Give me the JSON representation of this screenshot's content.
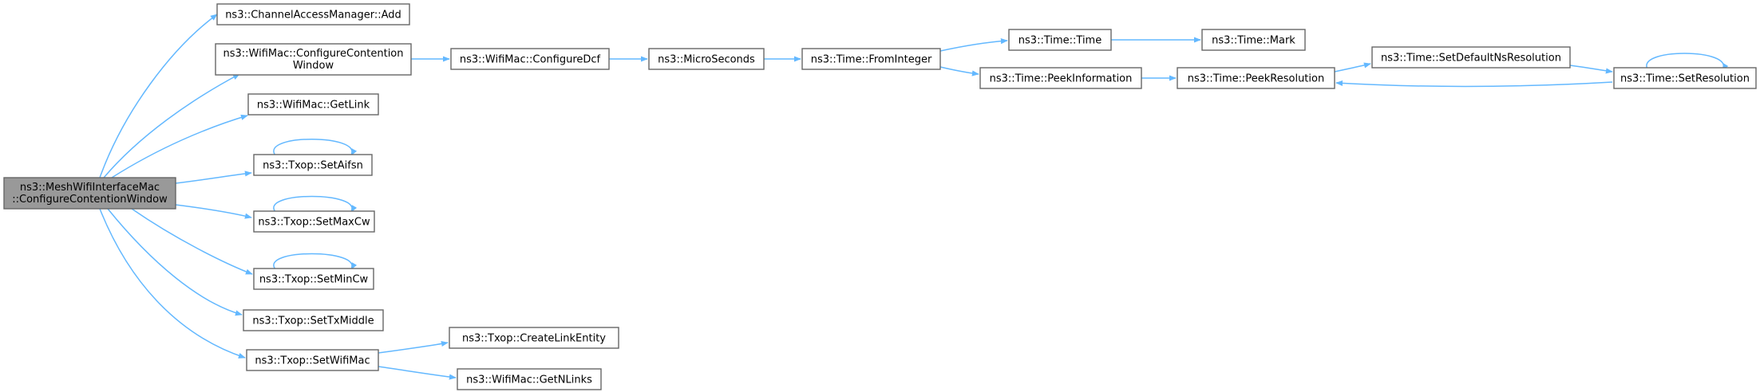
{
  "graph": {
    "colors": {
      "edge": "#63b8ff",
      "node_border": "#666666",
      "root_fill": "#999999"
    },
    "nodes": {
      "root": [
        "ns3::MeshWifiInterfaceMac",
        "::ConfigureContentionWindow"
      ],
      "cam_add": [
        "ns3::ChannelAccessManager::Add"
      ],
      "wm_ccw": [
        "ns3::WifiMac::ConfigureContention",
        "Window"
      ],
      "wm_getlink": [
        "ns3::WifiMac::GetLink"
      ],
      "tx_aifsn": [
        "ns3::Txop::SetAifsn"
      ],
      "tx_maxcw": [
        "ns3::Txop::SetMaxCw"
      ],
      "tx_mincw": [
        "ns3::Txop::SetMinCw"
      ],
      "tx_txmid": [
        "ns3::Txop::SetTxMiddle"
      ],
      "tx_wifimac": [
        "ns3::Txop::SetWifiMac"
      ],
      "wm_dcf": [
        "ns3::WifiMac::ConfigureDcf"
      ],
      "micro": [
        "ns3::MicroSeconds"
      ],
      "fromint": [
        "ns3::Time::FromInteger"
      ],
      "time": [
        "ns3::Time::Time"
      ],
      "mark": [
        "ns3::Time::Mark"
      ],
      "peekinfo": [
        "ns3::Time::PeekInformation"
      ],
      "peekres": [
        "ns3::Time::PeekResolution"
      ],
      "setdef": [
        "ns3::Time::SetDefaultNsResolution"
      ],
      "setres": [
        "ns3::Time::SetResolution"
      ],
      "cle": [
        "ns3::Txop::CreateLinkEntity"
      ],
      "getn": [
        "ns3::WifiMac::GetNLinks"
      ]
    }
  }
}
